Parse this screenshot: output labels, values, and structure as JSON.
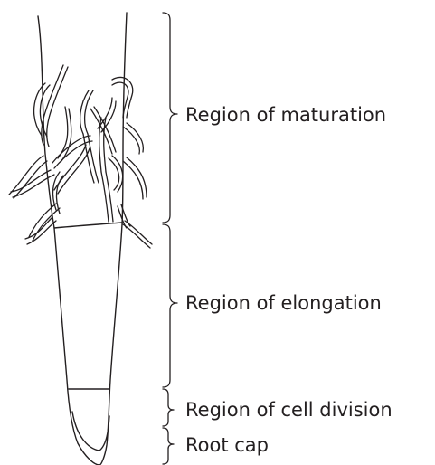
{
  "regions": [
    {
      "id": "maturation",
      "label": "Region of maturation"
    },
    {
      "id": "elongation",
      "label": "Region of elongation"
    },
    {
      "id": "cell_division",
      "label": "Region of cell division"
    },
    {
      "id": "root_cap",
      "label": "Root cap"
    }
  ]
}
